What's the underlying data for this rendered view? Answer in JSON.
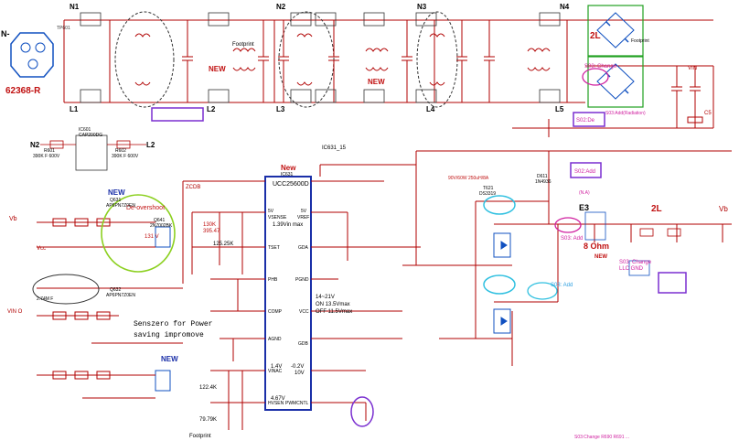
{
  "nodes": {
    "n1": "N1",
    "n2": "N2",
    "n3": "N3",
    "n4": "N4",
    "l1": "L1",
    "l2": "L2",
    "l3": "L3",
    "l4": "L4",
    "l5": "L5",
    "n2_left": "N2",
    "l2_left": "L2",
    "e3": "E3",
    "vin": "VIN",
    "vb_right": "Vb",
    "vb_left": "Vb",
    "vin_left": "VIN O",
    "vcc": "Vcc",
    "c5": "C5",
    "zcd": "ZCDB"
  },
  "connector": {
    "name": "62368-R",
    "label": "TP601",
    "phase": "N-"
  },
  "annotations": {
    "new_top": "NEW",
    "new_mid": "NEW",
    "new_left": "NEW",
    "new_bottom": "NEW",
    "new_8ohm": "NEW",
    "new_ic": "New",
    "two_l_top": "2L",
    "two_l_right": "2L",
    "de_overshoot": "De-overshoot",
    "senszero": "Senszero for Power",
    "saving": "saving impromove",
    "ohm8": "8 Ohm",
    "s03_change_top": "S03: Change",
    "s03_add": "S03: Add",
    "s03_add2": "S03: Add",
    "s03_change_right": "S03: Change",
    "s03_change_llc": "LLC GND",
    "s02_de": "S02:De",
    "s02_add": "S02:Add",
    "s03_add_radiation": "S03:Add(Radiation)",
    "footprint_top": "Footprint",
    "footprint_bottom": "Footprint",
    "footprint_right": "Footprint",
    "bottom_note": "S03:Change R690 R691 ...",
    "spec": "90V/60W 250uH/8A",
    "vcc_range": "14~21V",
    "vcc_on": "ON 13.5Vmax",
    "vcc_off": "OFF 11.5Vmax",
    "na": "(N.A)"
  },
  "ic": {
    "ref": "IC631_15",
    "sub": "IC631",
    "part": "UCC25600D",
    "pins_left": [
      "5V",
      "VSENSE",
      "TSET",
      "PHB",
      "COMP",
      "AGND",
      "VINAC",
      "HVSEN"
    ],
    "pins_right": [
      "5V",
      "VREF",
      "GDA",
      "PGND",
      "VCC",
      "GDB",
      "PWMCNTL"
    ],
    "notes": [
      "1.39Vin max",
      "1.4V",
      "-0.2V",
      "10V",
      "4.67V"
    ]
  },
  "refs": {
    "ic601": "IC601",
    "cap": "CAP200DG",
    "r601": "R601",
    "r602": "R602",
    "r601v": "390K F 600V",
    "r602v": "390K F 600V",
    "q631": "Q631",
    "q631p": "AP6PN7Z0EN",
    "q632": "Q632",
    "q632p": "AP6PN7Z0EN",
    "q641": "Q641",
    "q641p": "2N7002BK",
    "t621": "T621",
    "t621p": "DS3319",
    "d611": "D611",
    "d611p": "1N4936"
  },
  "values": {
    "r130k": "130K",
    "r395": "395.47",
    "r131": "131 V",
    "r125": "125.25K",
    "r122": "122.4K",
    "r79": "79.79K",
    "v27": "2.74M F"
  }
}
